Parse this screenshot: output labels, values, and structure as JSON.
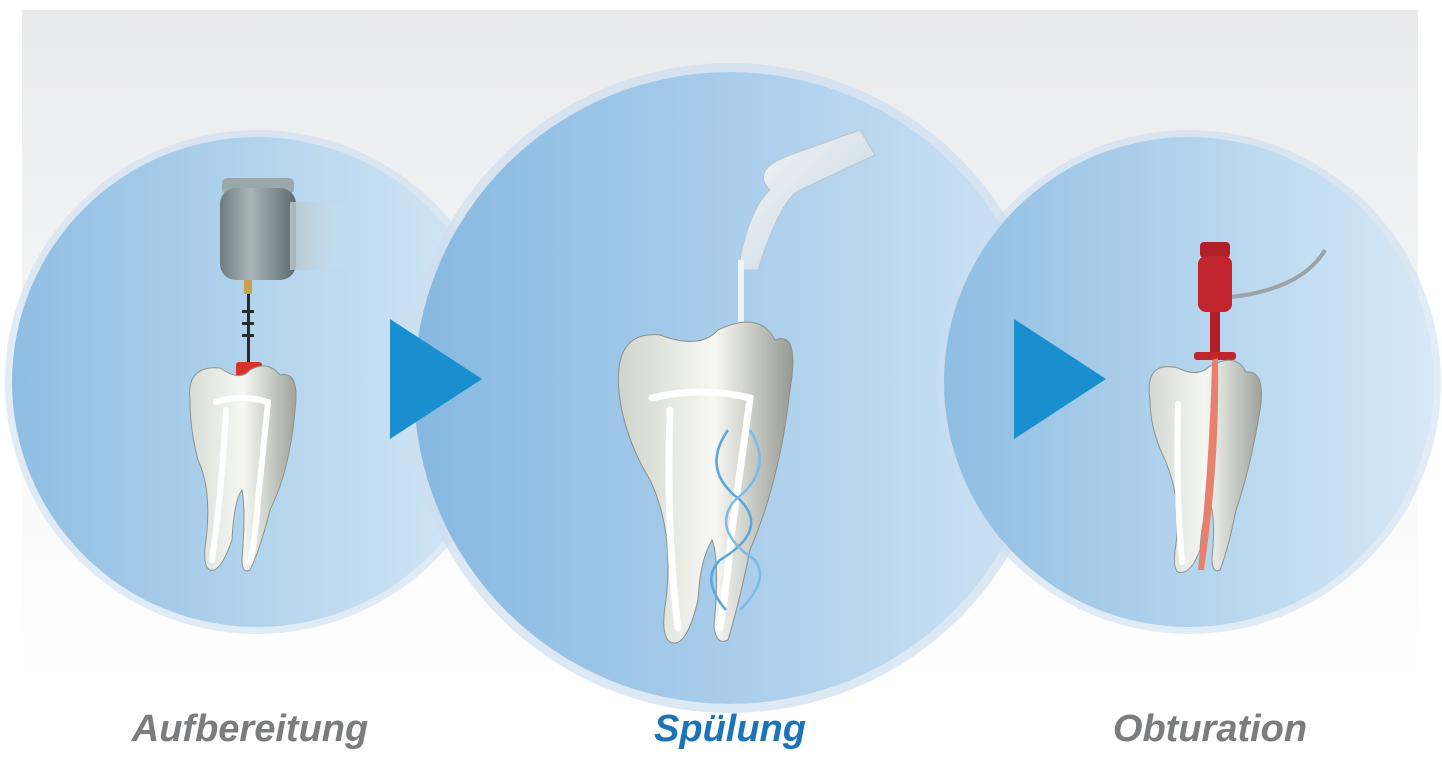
{
  "steps": [
    {
      "label": "Aufbereitung",
      "color": "#7b7c7e",
      "active": false
    },
    {
      "label": "Spülung",
      "color": "#1c74b8",
      "active": true
    },
    {
      "label": "Obturation",
      "color": "#7b7c7e",
      "active": false
    }
  ],
  "colors": {
    "arrow": "#1a8fd0",
    "circle_left": "#8fbde2",
    "circle_right": "#d7e8f6",
    "file_stop": "#d9322a",
    "obturator": "#c0252d",
    "gutta_percha": "#e8806e"
  },
  "icons": {
    "step1": "handpiece-file-tooth-icon",
    "step2": "irrigation-tip-tooth-icon",
    "step3": "obturator-tooth-icon"
  }
}
